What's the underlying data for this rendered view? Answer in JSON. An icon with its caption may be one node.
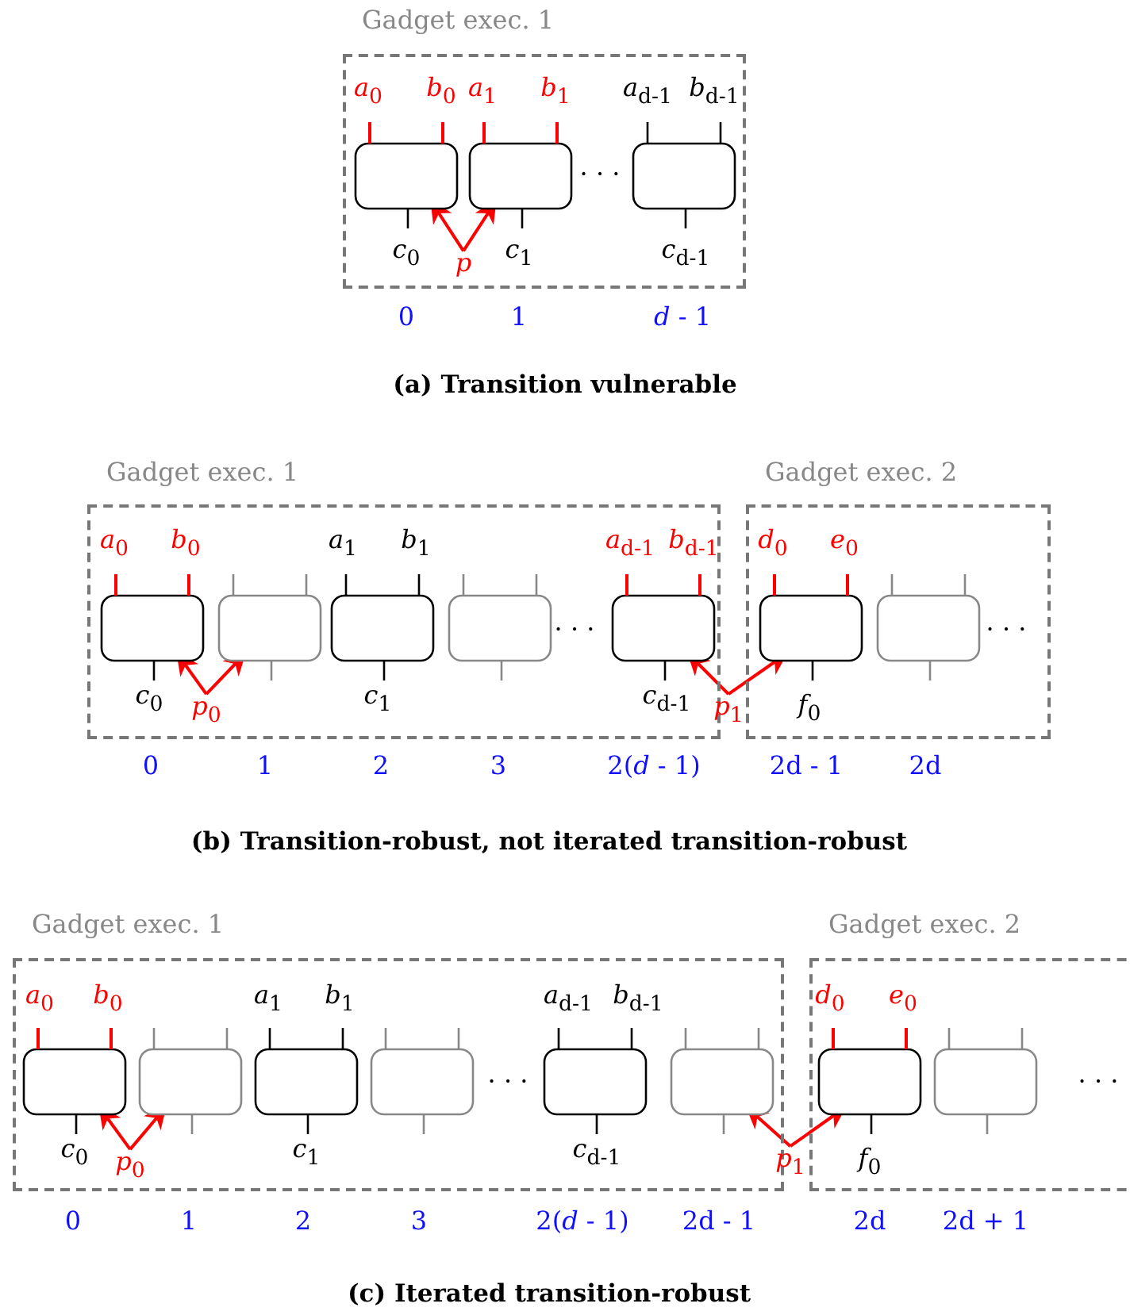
{
  "diagram": {
    "nodes": [
      {
        "text": [
          "Gadget exec. 1"
        ]
      },
      {
        "text": [],
        "shape": "box",
        "in": 0
      },
      {
        "text": [],
        "shape": "box",
        "in": 0
      },
      {
        "text": [],
        "shape": "box",
        "in": 0
      },
      {
        "text": [
          "p"
        ],
        "in": 0
      },
      {
        "text": [
          "Gadget exec. 1"
        ]
      },
      {
        "text": [],
        "shape": "box",
        "in": 5
      },
      {
        "text": [],
        "shape": "box",
        "in": 5
      },
      {
        "text": [],
        "shape": "box",
        "in": 5
      },
      {
        "text": [],
        "shape": "box",
        "in": 5
      },
      {
        "text": [],
        "shape": "box",
        "in": 5
      },
      {
        "text": [
          "*p*$_{0}$"
        ],
        "in": 5
      },
      {
        "text": [
          "*p*$_{1}$"
        ]
      },
      {
        "text": [
          "Gadget exec. 2"
        ]
      },
      {
        "text": [],
        "shape": "box",
        "in": 13
      },
      {
        "text": [],
        "shape": "box",
        "in": 13
      },
      {
        "text": [
          "Gadget exec. 1"
        ]
      },
      {
        "text": [],
        "shape": "box",
        "in": 16
      },
      {
        "text": [],
        "shape": "box",
        "in": 16
      },
      {
        "text": [],
        "shape": "box",
        "in": 16
      },
      {
        "text": [],
        "shape": "box",
        "in": 16
      },
      {
        "text": [],
        "shape": "box",
        "in": 16
      },
      {
        "text": [],
        "shape": "box",
        "in": 16
      },
      {
        "text": [
          "*p*$_{0}$"
        ],
        "in": 16
      },
      {
        "text": [
          "*p*$_{1}$"
        ]
      },
      {
        "text": [
          "Gadget exec. 2"
        ]
      },
      {
        "text": [],
        "shape": "box",
        "in": 25
      },
      {
        "text": [],
        "shape": "box",
        "in": 25
      }
    ],
    "edges": [
      {
        "from": 4,
        "to": 1,
        "arrow": "to"
      },
      {
        "from": 4,
        "to": 2,
        "arrow": "to"
      },
      {
        "from": 11,
        "to": 6,
        "arrow": "to"
      },
      {
        "from": 11,
        "to": 7,
        "arrow": "to"
      },
      {
        "from": 12,
        "to": 10,
        "arrow": "to"
      },
      {
        "from": 12,
        "to": 14,
        "arrow": "to"
      },
      {
        "from": 23,
        "to": 17,
        "arrow": "to"
      },
      {
        "from": 23,
        "to": 18,
        "arrow": "to"
      },
      {
        "from": 24,
        "to": 22,
        "arrow": "to"
      },
      {
        "from": 24,
        "to": 26,
        "arrow": "to"
      }
    ],
    "labels": [
      "*a*$_{0}$",
      "*b*$_{0}$",
      "*a*$_{1}$",
      "*b*$_{1}$",
      "*a*$_{d-1}$",
      "*b*$_{d-1}$",
      "· · ·",
      "*c*$_{0}$",
      "*c*$_{1}$",
      "*c*$_{d-1}$",
      "0",
      "1",
      "*d* - 1",
      "(a) Transition vulnerable",
      "*a*$_{0}$",
      "*b*$_{0}$",
      "*a*$_{1}$",
      "*b*$_{1}$",
      "*a*$_{d-1}$",
      "*b*$_{d-1}$",
      "*d*$_{0}$",
      "*e*$_{0}$",
      "· · ·",
      "· · ·",
      "*c*$_{0}$",
      "*c*$_{1}$",
      "*c*$_{d-1}$",
      "*f*$_{0}$",
      "0",
      "1",
      "2",
      "3",
      "2(*d* - 1)",
      "2d - 1",
      "2d",
      "(b) Transition-robust, not iterated transition-robust",
      "*a*$_{0}$",
      "*b*$_{0}$",
      "*a*$_{1}$",
      "*b*$_{1}$",
      "*a*$_{d-1}$",
      "*b*$_{d-1}$",
      "*d*$_{0}$",
      "*e*$_{0}$",
      "· · ·",
      "· · ·",
      "*c*$_{0}$",
      "*c*$_{1}$",
      "*c*$_{d-1}$",
      "*f*$_{0}$",
      "0",
      "1",
      "2",
      "3",
      "2(*d* - 1)",
      "2d - 1",
      "2d",
      "2d + 1",
      "(c) Iterated transition-robust"
    ]
  }
}
